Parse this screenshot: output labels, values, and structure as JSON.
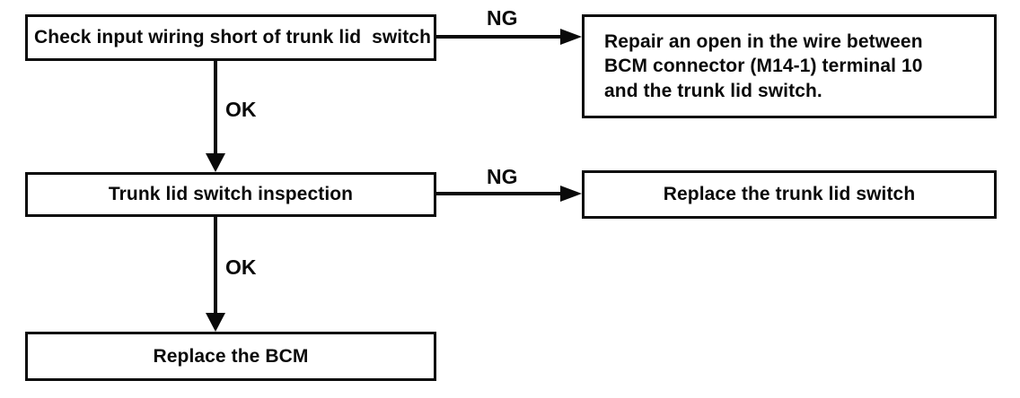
{
  "diagram": {
    "type": "flowchart",
    "colors": {
      "line": "#0a0a0a",
      "box_border": "#0a0a0a",
      "box_fill": "#ffffff",
      "background": "#ffffff"
    },
    "nodes": [
      {
        "id": "check-input-wiring",
        "label": "Check input wiring short of trunk lid  switch"
      },
      {
        "id": "repair-open-wire",
        "label": "Repair an open in the wire between\nBCM connector (M14-1) terminal 10\nand the trunk lid switch."
      },
      {
        "id": "trunk-lid-switch-inspection",
        "label": "Trunk lid switch inspection"
      },
      {
        "id": "replace-trunk-lid-switch",
        "label": "Replace the trunk lid switch"
      },
      {
        "id": "replace-bcm",
        "label": "Replace the BCM"
      }
    ],
    "edges": [
      {
        "from": "check-input-wiring",
        "to": "repair-open-wire",
        "label": "NG",
        "direction": "right"
      },
      {
        "from": "check-input-wiring",
        "to": "trunk-lid-switch-inspection",
        "label": "OK",
        "direction": "down"
      },
      {
        "from": "trunk-lid-switch-inspection",
        "to": "replace-trunk-lid-switch",
        "label": "NG",
        "direction": "right"
      },
      {
        "from": "trunk-lid-switch-inspection",
        "to": "replace-bcm",
        "label": "OK",
        "direction": "down"
      }
    ]
  }
}
